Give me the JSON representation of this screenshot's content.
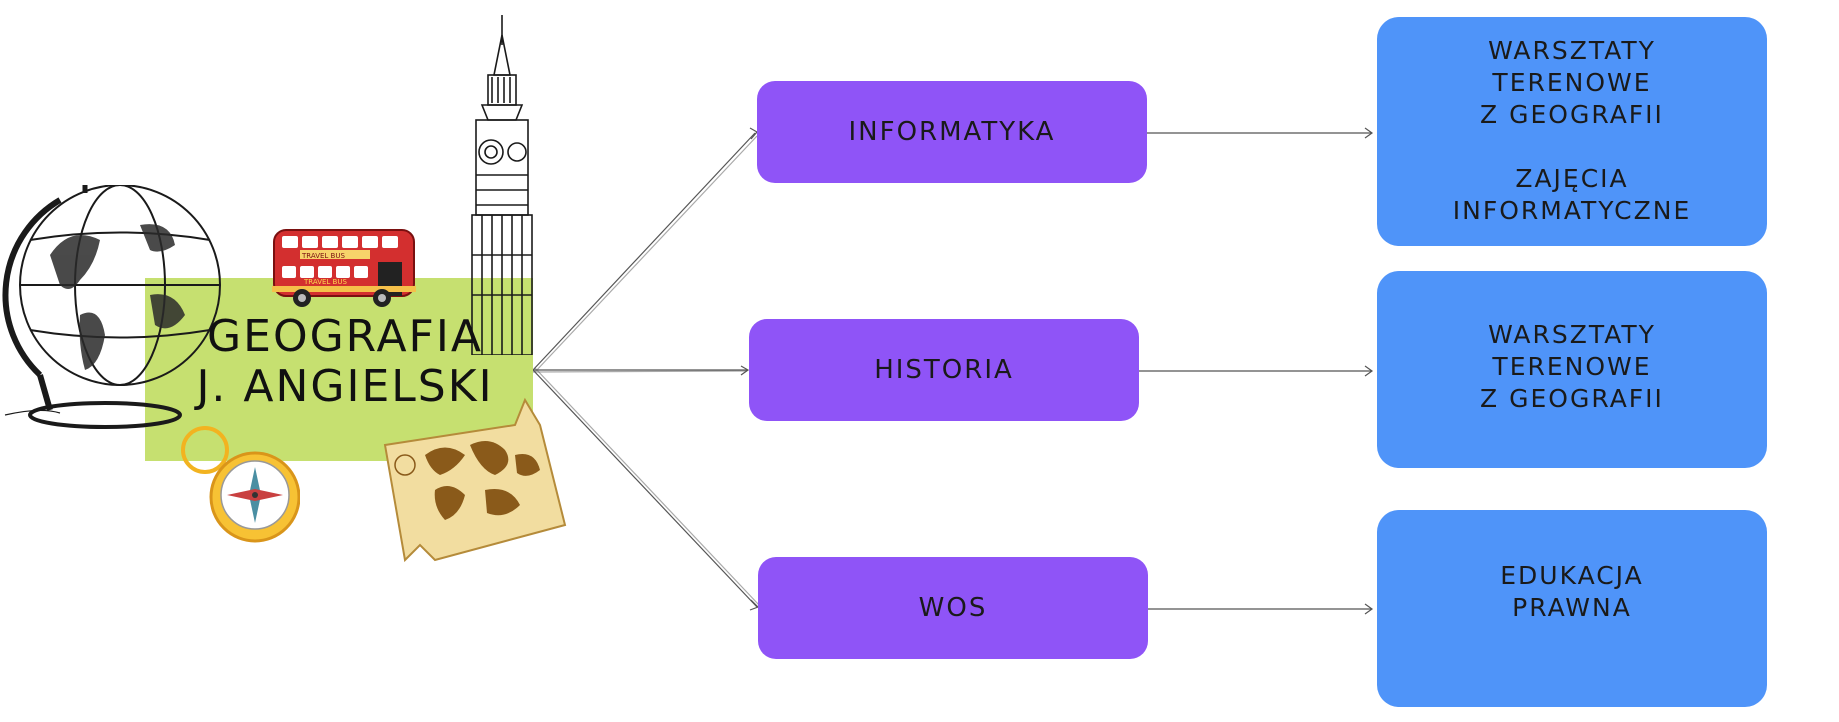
{
  "root": {
    "lines": [
      "GEOGRAFIA",
      "J. ANGIELSKI"
    ],
    "bus_sign": "TRAVEL BUS",
    "bus_side": "TRAVEL BUS"
  },
  "subjects": [
    {
      "label": "INFORMATYKA"
    },
    {
      "label": "HISTORIA"
    },
    {
      "label": "WOS"
    }
  ],
  "activities": [
    {
      "lines": [
        "WARSZTATY",
        "TERENOWE",
        "Z GEOGRAFII"
      ],
      "lines2": [
        "ZAJĘCIA",
        "INFORMATYCZNE"
      ]
    },
    {
      "lines": [
        "WARSZTATY",
        "TERENOWE",
        "Z GEOGRAFII"
      ]
    },
    {
      "lines": [
        "EDUKACJA",
        "PRAWNA"
      ]
    }
  ],
  "colors": {
    "root_fill": "#c6e070",
    "subject_fill": "#8f54f7",
    "activity_fill": "#4f94f9",
    "connector": "#555555"
  },
  "icons": [
    "globe-icon",
    "double-decker-bus-icon",
    "big-ben-icon",
    "compass-icon",
    "treasure-map-icon"
  ]
}
